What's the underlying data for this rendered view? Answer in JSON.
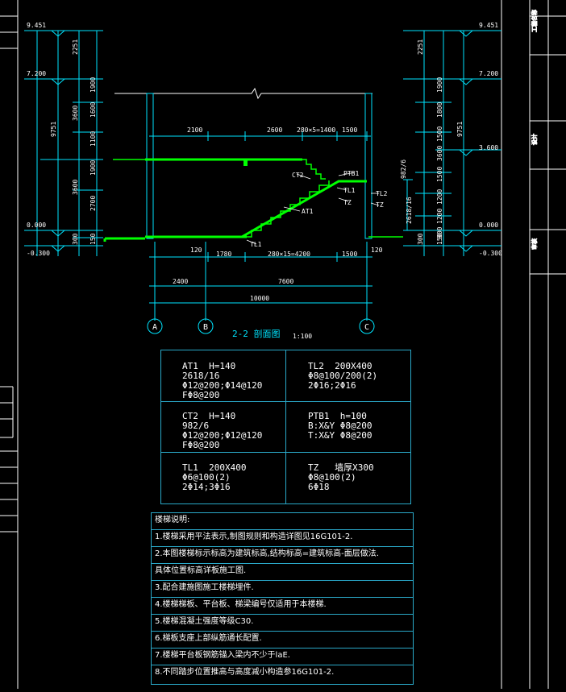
{
  "drawing": {
    "title": "2-2 剖面图",
    "scale": "1:100",
    "elev_left": [
      "9.451",
      "7.200",
      "0.000",
      "-0.300"
    ],
    "elev_right": [
      "9.451",
      "7.200",
      "3.600",
      "0.000",
      "-0.300"
    ],
    "dims_left": [
      "2251",
      "3600",
      "9751",
      "1900",
      "1600",
      "1100",
      "1900",
      "3600",
      "2700",
      "300",
      "150"
    ],
    "dims_right": [
      "2251",
      "1900",
      "1800",
      "1500",
      "3600",
      "9751",
      "1500",
      "1200",
      "1200",
      "900",
      "300",
      "150"
    ],
    "dims_top": [
      "2100",
      "2600",
      "280×5=1400",
      "1500"
    ],
    "dims_bottom": [
      "120",
      "1780",
      "280×15=4200",
      "1500",
      "120"
    ],
    "dims_axis": [
      "2400",
      "7600",
      "10000"
    ],
    "stair_vert": [
      "982/6",
      "2618/16"
    ],
    "labels": [
      "CT2",
      "PTB1",
      "TL1",
      "TZ",
      "AT1",
      "TL2",
      "TZ",
      "TL1"
    ],
    "axes": [
      "A",
      "B",
      "C"
    ]
  },
  "schedule": [
    {
      "title": "AT1  H=140",
      "lines": [
        "2618/16",
        "Φ12@200;Φ14@120",
        "FΦ8@200"
      ]
    },
    {
      "title": "TL2  200X400",
      "lines": [
        "Φ8@100/200(2)",
        "2Φ16;2Φ16"
      ]
    },
    {
      "title": "CT2  H=140",
      "lines": [
        "982/6",
        "Φ12@200;Φ12@120",
        "FΦ8@200"
      ]
    },
    {
      "title": "PTB1  h=100",
      "lines": [
        "B:X&Y Φ8@200",
        "T:X&Y Φ8@200"
      ]
    },
    {
      "title": "TL1  200X400",
      "lines": [
        "Φ6@100(2)",
        "2Φ14;3Φ16"
      ]
    },
    {
      "title": "TZ   墙厚X300",
      "lines": [
        "Φ8@100(2)",
        "6Φ18"
      ]
    }
  ],
  "notes": {
    "heading": "楼梯说明:",
    "items": [
      "1.楼梯采用平法表示,制图规则和构造详图见16G101-2.",
      "2.本图楼梯标示标高为建筑标高,结构标高=建筑标高-面层做法.",
      "  具体位置标高详板施工图.",
      "3.配合建施图施工楼梯埋件.",
      "4.楼梯梯板、平台板、梯梁编号仅适用于本楼梯.",
      "5.楼梯混凝土强度等级C30.",
      "6.梯板支座上部纵筋通长配置.",
      "7.楼梯平台板钢筋锚入梁内不少于laE.",
      "8.不同踏步位置推高与高度减小构造参16G101-2."
    ]
  },
  "colors": {
    "concrete": "#00ff00",
    "dim": "#00e5ff",
    "frame": "#2aa9c9",
    "text": "#ffffff",
    "bg": "#000000"
  }
}
